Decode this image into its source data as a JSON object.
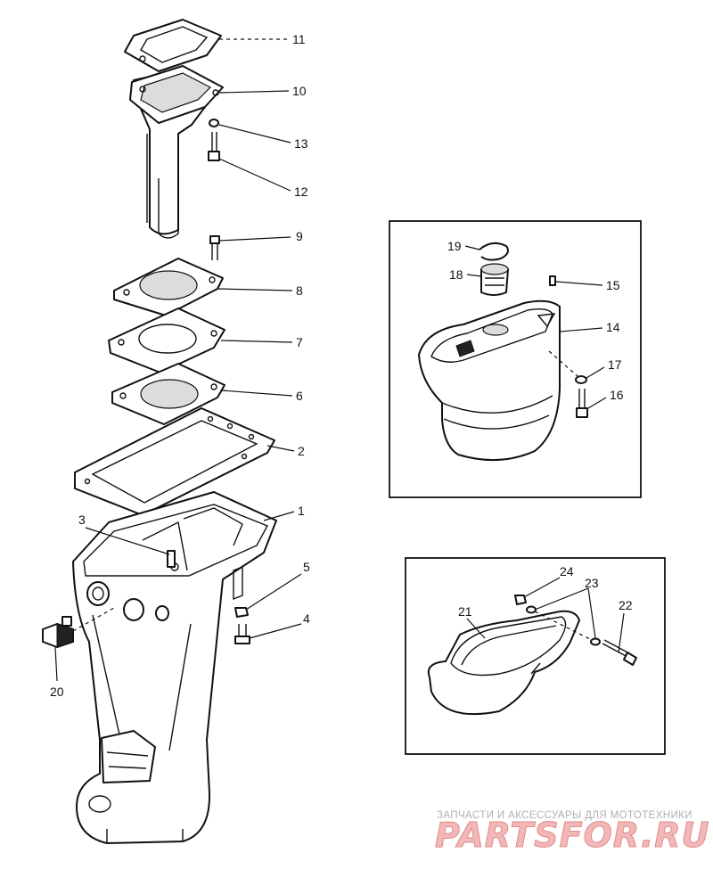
{
  "labels": {
    "p1": "1",
    "p2": "2",
    "p3": "3",
    "p4": "4",
    "p5": "5",
    "p6": "6",
    "p7": "7",
    "p8": "8",
    "p9": "9",
    "p10": "10",
    "p11": "11",
    "p12": "12",
    "p13": "13",
    "p14": "14",
    "p15": "15",
    "p16": "16",
    "p17": "17",
    "p18": "18",
    "p19": "19",
    "p20": "20",
    "p21": "21",
    "p22": "22",
    "p23": "23",
    "p24": "24"
  },
  "watermark": {
    "tagline": "ЗАПЧАСТИ И АКСЕССУАРЫ ДЛЯ МОТОТЕХНИКИ",
    "logo": "PARTSFOR.RU"
  }
}
